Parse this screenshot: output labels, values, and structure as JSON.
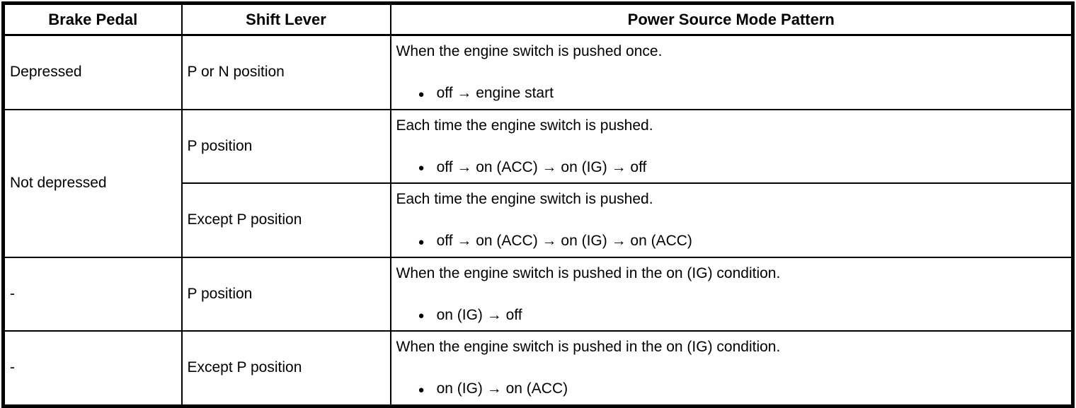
{
  "table": {
    "bullet_glyph": "●",
    "columns": {
      "brake_pedal": "Brake Pedal",
      "shift_lever": "Shift Lever",
      "pattern": "Power Source Mode Pattern"
    },
    "rows": [
      {
        "brake_pedal": "Depressed",
        "shift_lever": "P or N position",
        "pattern": {
          "description": "When the engine switch is pushed once.",
          "sequence": "off → engine start"
        }
      },
      {
        "brake_pedal": "Not depressed",
        "shift_lever": "P position",
        "pattern": {
          "description": "Each time the engine switch is pushed.",
          "sequence": "off → on (ACC) → on (IG) → off"
        }
      },
      {
        "shift_lever": "Except P position",
        "pattern": {
          "description": "Each time the engine switch is pushed.",
          "sequence": "off → on (ACC) → on (IG) → on (ACC)"
        }
      },
      {
        "brake_pedal": "-",
        "shift_lever": "P position",
        "pattern": {
          "description": "When the engine switch is pushed in the on (IG) condition.",
          "sequence": "on (IG) → off"
        }
      },
      {
        "brake_pedal": "-",
        "shift_lever": "Except P position",
        "pattern": {
          "description": "When the engine switch is pushed in the on (IG) condition.",
          "sequence": "on (IG) → on (ACC)"
        }
      }
    ]
  }
}
